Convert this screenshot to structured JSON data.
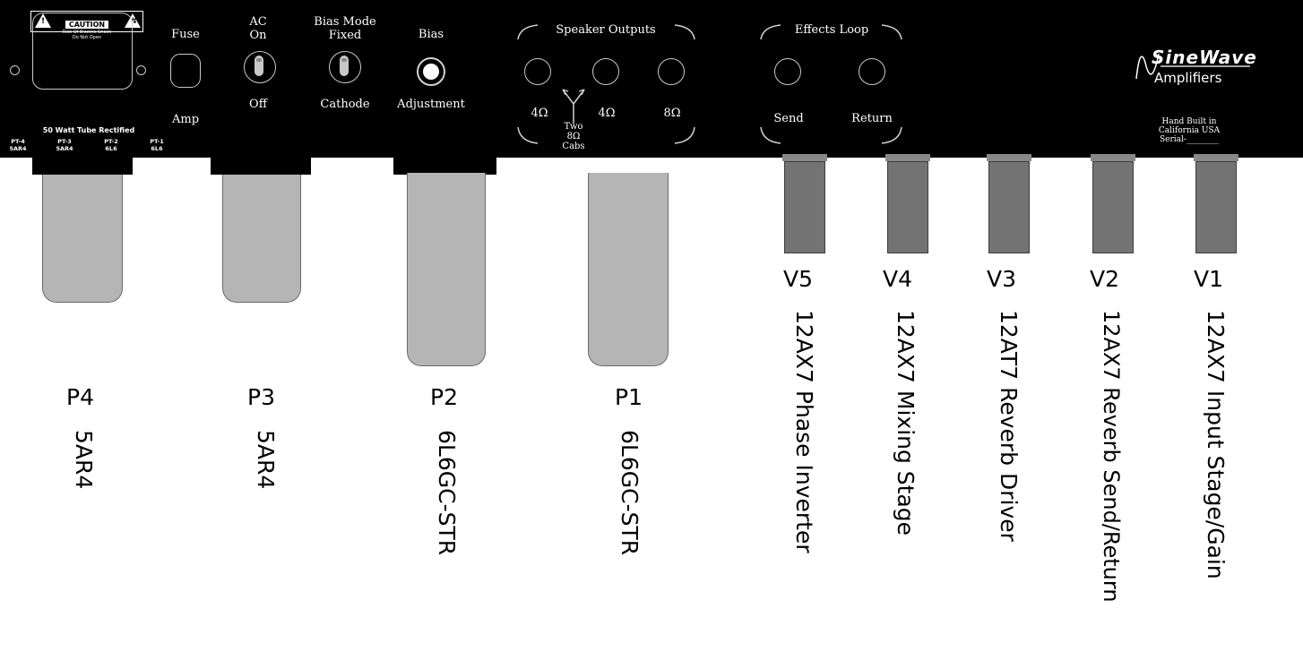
{
  "panel": {
    "caution": {
      "title": "CAUTION",
      "line1": "Risk Of Electric Shock",
      "line2": "Do Not Open"
    },
    "fuse_label": "Fuse",
    "amp_label": "Amp",
    "ac_label_1": "AC",
    "ac_label_2": "On",
    "off_label": "Off",
    "bias_mode_label_1": "Bias Mode",
    "bias_mode_label_2": "Fixed",
    "cathode_label": "Cathode",
    "bias_label": "Bias",
    "adjustment_label": "Adjustment",
    "speaker_outputs_label": "Speaker Outputs",
    "speaker_jacks": [
      "4Ω",
      "4Ω",
      "8Ω"
    ],
    "two_cabs_label": [
      "Two",
      "8Ω",
      "Cabs"
    ],
    "effects_loop_label": "Effects Loop",
    "send_label": "Send",
    "return_label": "Return",
    "rectified_label": "50 Watt Tube Rectified",
    "tube_tags": [
      {
        "pos": "PT-4",
        "type": "5AR4"
      },
      {
        "pos": "PT-3",
        "type": "5AR4"
      },
      {
        "pos": "PT-2",
        "type": "6L6"
      },
      {
        "pos": "PT-1",
        "type": "6L6"
      }
    ],
    "logo_line1": "SineWave",
    "logo_line2": "Amplifiers",
    "footer_1": "Hand Built in",
    "footer_2": "California USA",
    "footer_3": "Serial-________"
  },
  "power_tubes": [
    {
      "id": "P4",
      "type": "5AR4"
    },
    {
      "id": "P3",
      "type": "5AR4"
    },
    {
      "id": "P2",
      "type": "6L6GC-STR"
    },
    {
      "id": "P1",
      "type": "6L6GC-STR"
    }
  ],
  "preamp_tubes": [
    {
      "id": "V5",
      "desc": "12AX7 Phase Inverter"
    },
    {
      "id": "V4",
      "desc": "12AX7 Mixing Stage"
    },
    {
      "id": "V3",
      "desc": "12AT7 Reverb Driver"
    },
    {
      "id": "V2",
      "desc": "12AX7 Reverb Send/Return"
    },
    {
      "id": "V1",
      "desc": "12AX7 Input Stage/Gain"
    }
  ],
  "colors": {
    "panel": "#000000",
    "rectifier_tube": "#b5b5b5",
    "preamp_tube": "#737373"
  }
}
